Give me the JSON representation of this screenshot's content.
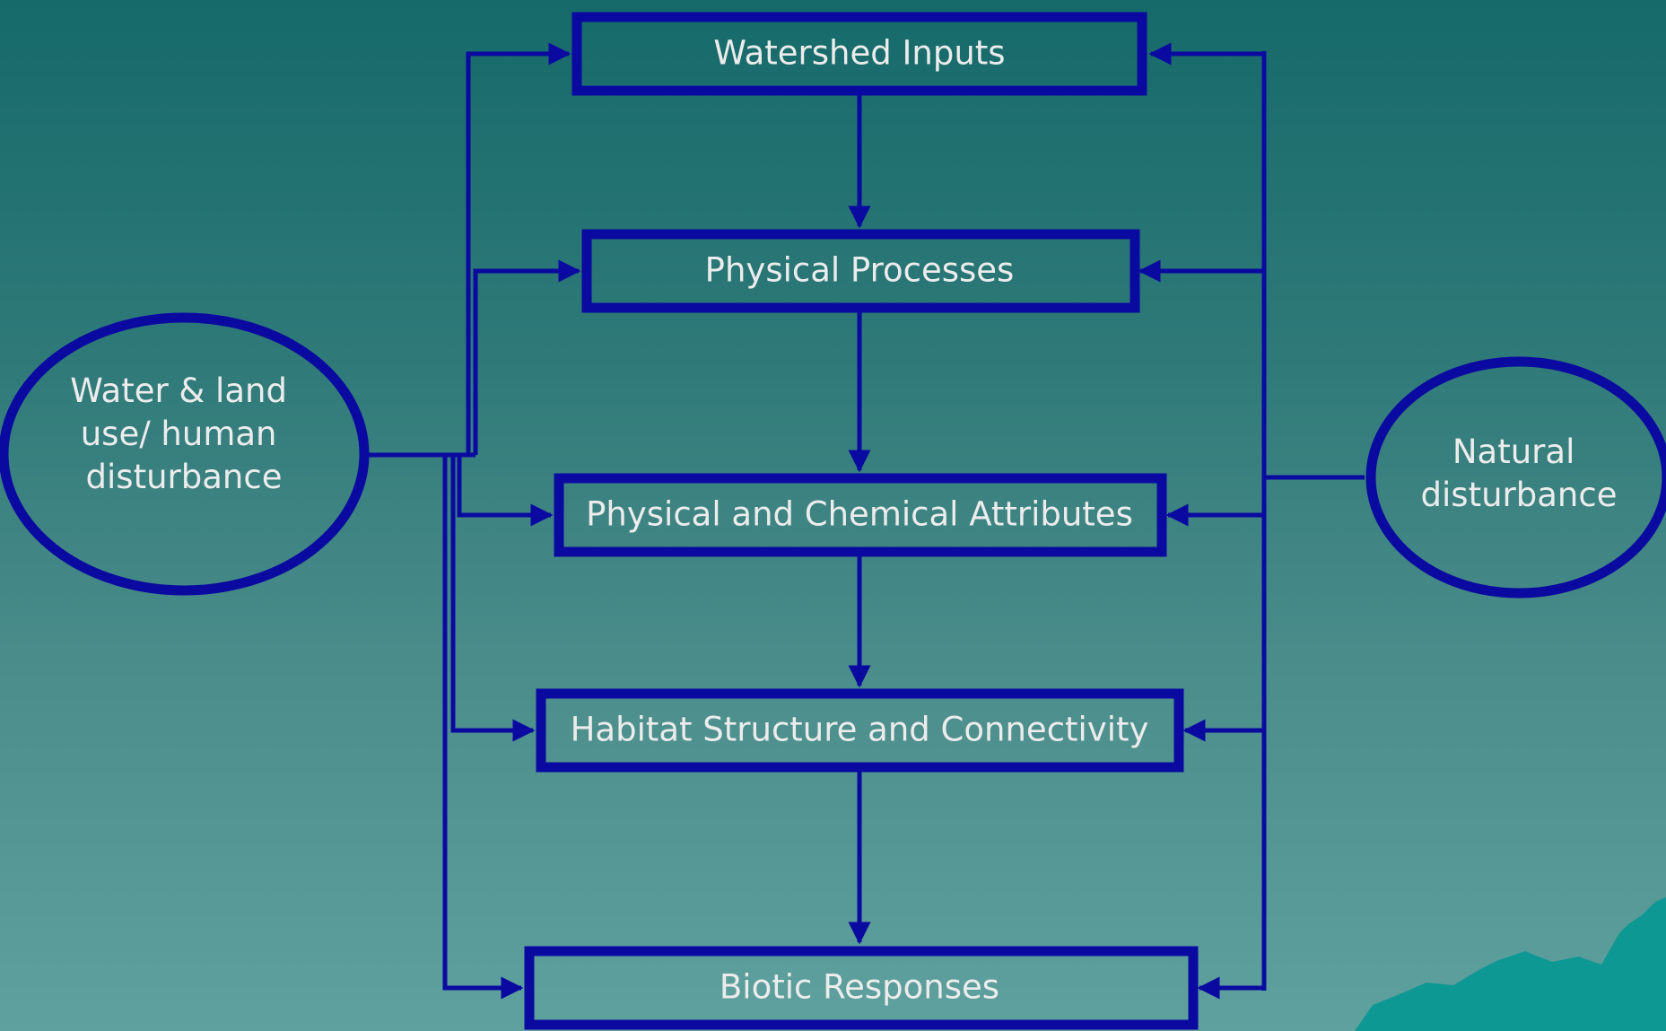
{
  "colors": {
    "stroke": "#0a0aa0",
    "text": "#ececec",
    "background_top": "#166a6a",
    "background_bottom": "#5fa19e",
    "mountain": "#0e9894"
  },
  "nodes": {
    "watershed_inputs": "Watershed Inputs",
    "physical_processes": "Physical Processes",
    "physical_chemical_attributes": "Physical and Chemical Attributes",
    "habitat_structure": "Habitat Structure and Connectivity",
    "biotic_responses": "Biotic Responses",
    "human_disturbance": [
      "Water & land",
      "use/ human",
      "disturbance"
    ],
    "natural_disturbance": [
      "Natural",
      "disturbance"
    ]
  }
}
